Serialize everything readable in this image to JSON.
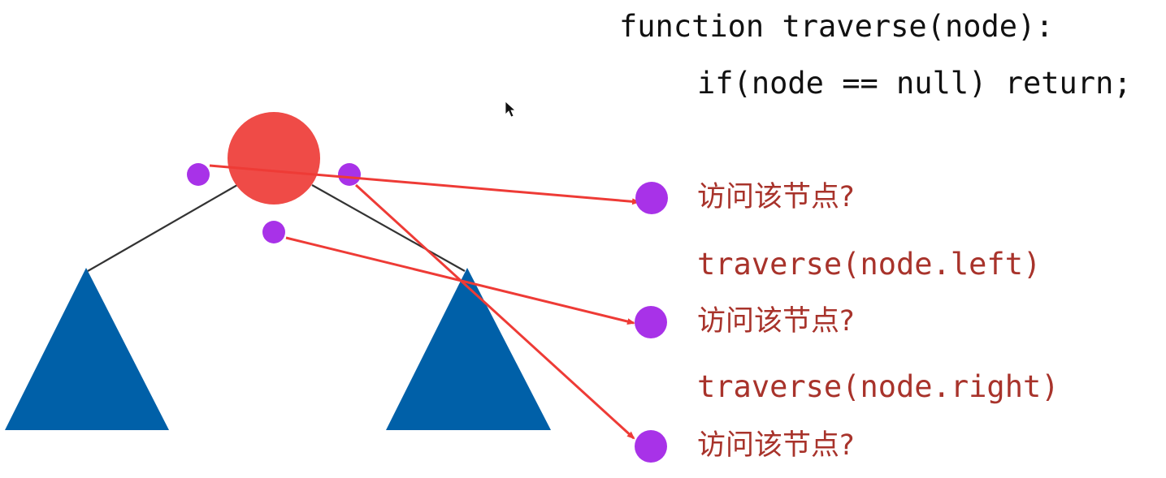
{
  "code": {
    "line1": "function traverse(node):",
    "line2": "if(node == null) return;",
    "visit_pre": "访问该节点?",
    "call_left": "traverse(node.left)",
    "visit_in": "访问该节点?",
    "call_right": "traverse(node.right)",
    "visit_post": "访问该节点?"
  },
  "colors": {
    "root_node": "#ef4b47",
    "subtree": "#0060a8",
    "marker": "#a832e8",
    "arrow": "#ee3b36",
    "edge": "#333333",
    "code_text": "#111111",
    "comment_text": "#a8332b"
  },
  "icons": [
    "mouse-cursor-icon"
  ]
}
